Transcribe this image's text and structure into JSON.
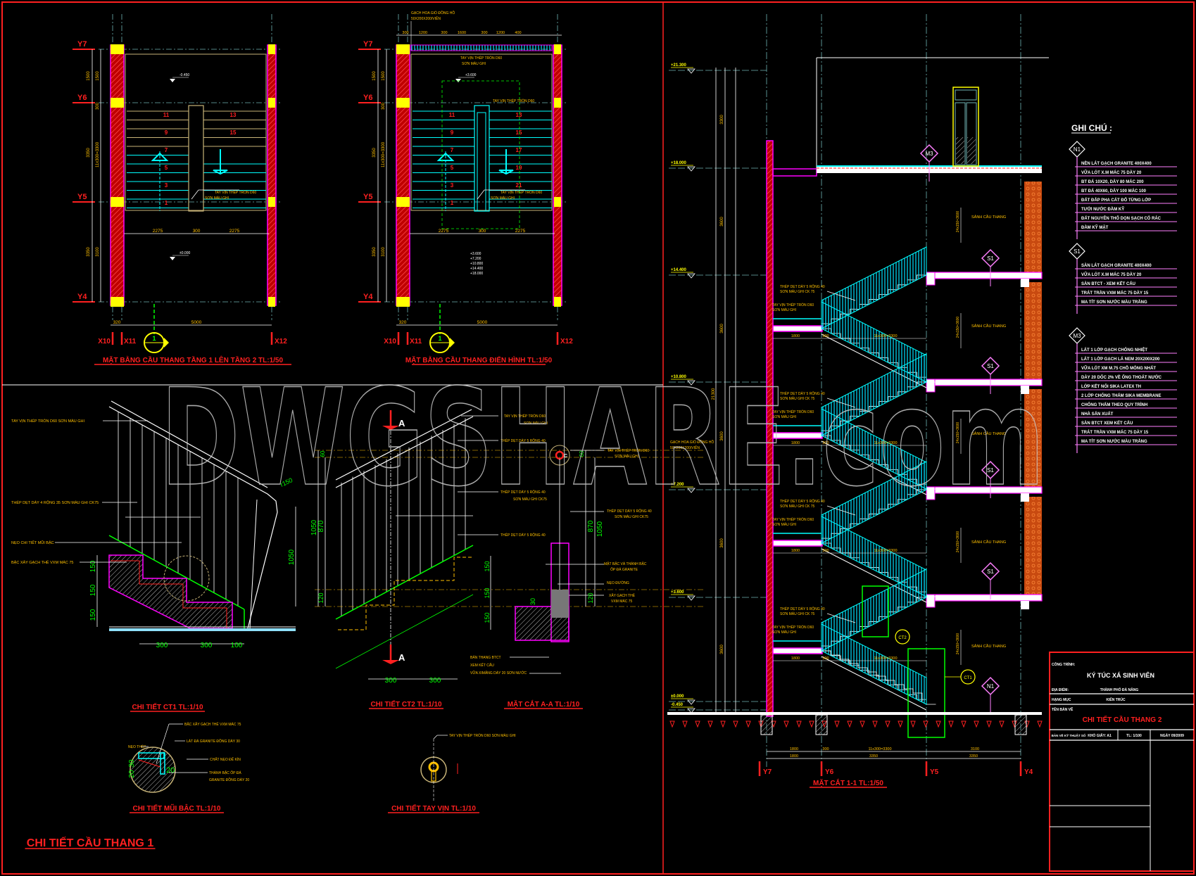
{
  "watermark": "DWGSHARE.com",
  "colors": {
    "frame": "#ff2020",
    "wall": "#ff00ff",
    "column": "#ffff00",
    "stair": "#00ffff",
    "text": "#ffc000",
    "dim": "#00ff00",
    "grid": "#6fb3b3"
  },
  "plans": [
    {
      "title": "MẶT BẰNG CẦU THANG TẦNG 1 LÊN TẦNG 2 TL:1/50",
      "axes_y": [
        "Y7",
        "Y6",
        "Y5",
        "Y4"
      ],
      "axes_x": [
        "X10",
        "X11",
        "X12"
      ],
      "dims_outer": [
        "1500",
        "3350",
        "3350"
      ],
      "dims_inner": [
        "1500",
        "300",
        "11x300=3300",
        "3100"
      ],
      "dims_mid": [
        "2275",
        "300",
        "2275"
      ],
      "dims_bottom": [
        "320",
        "5000"
      ],
      "levels": [
        "-0.450",
        "±0.000"
      ],
      "steps_left": [
        "11",
        "9",
        "7",
        "5",
        "3",
        "1"
      ],
      "steps_right": [
        "13",
        "15"
      ],
      "note": [
        "TAY VỊN THÉP TRÒN D60",
        "SƠN MÀU GHI"
      ],
      "section_mark": "1"
    },
    {
      "title": "MẶT BẰNG CẦU THANG ĐIỂN HÌNH TL:1/50",
      "axes_y": [
        "Y7",
        "Y6",
        "Y5",
        "Y4"
      ],
      "axes_x": [
        "X10",
        "X11",
        "X12"
      ],
      "dims_outer": [
        "1500",
        "3350",
        "3350"
      ],
      "dims_inner": [
        "1500",
        "300",
        "11x300=3300",
        "3100"
      ],
      "dims_mid": [
        "2275",
        "300",
        "2275"
      ],
      "dims_bottom": [
        "320",
        "5000"
      ],
      "dims_top": [
        "300",
        "1200",
        "300",
        "1600",
        "300",
        "1200",
        "400"
      ],
      "top_note": [
        "GẠCH HOA GIÓ ĐỒNG HỒ",
        "50X200X200/VIÊN"
      ],
      "levels": [
        "+3.600",
        "+7.200",
        "+10.800",
        "+14.400",
        "+18.000"
      ],
      "steps_left": [
        "11",
        "9",
        "7",
        "5",
        "3",
        "1"
      ],
      "steps_right": [
        "13",
        "15",
        "17",
        "19",
        "21"
      ],
      "note": [
        "TAY VỊN THÉP TRÒN D60",
        "SƠN MÀU GHI"
      ],
      "note2": [
        "TAY VỊN THÉP TRÒN D60",
        "SƠN MÀU GHI"
      ],
      "section_mark": "1"
    }
  ],
  "ct1": {
    "title": "CHI TIẾT CT1 TL:1/10",
    "labels": [
      "TAY VỊN THÉP TRÒN D60 SƠN MÀU GHI",
      "THÉP DẸT DÀY 4 RỘNG 35 SƠN MÀU GHI CK75",
      "NẸO CHI TIẾT MŨI BẬC",
      "BẬC XÂY GẠCH THẺ VXM MÁC 75"
    ],
    "dims_v": [
      "150",
      "150",
      "150"
    ],
    "dims_h": [
      "300",
      "300",
      "100"
    ],
    "height": "1050",
    "radius": "r150"
  },
  "ct2": {
    "title": "CHI TIẾT CT2 TL:1/10",
    "labels": [
      "TAY VỊN THÉP TRÒN D60",
      "SƠN MÀU GHI",
      "THÉP DẸT DÀY 5 RỘNG 40",
      "THÉP DẸT DÀY 5 RỘNG 40",
      "SƠN MÀU GHI CK75",
      "THÉP DẸT DÀY 5 RỘNG 40"
    ],
    "bottom_labels": [
      "BẢN THANG BTCT",
      "XEM KẾT CẤU",
      "VỮA XIMĂNG DÀY 20 SƠN NƯỚC"
    ],
    "dims_v": [
      "60",
      "1050",
      "870",
      "120"
    ],
    "dims_steps": [
      "150",
      "150",
      "150"
    ],
    "dims_h": [
      "300",
      "300"
    ],
    "cut_mark": "A",
    "detail_mark": "C"
  },
  "section_aa": {
    "title": "MẶT CẮT A-A TL:1/10",
    "labels": [
      "TAY VỊN THÉP TRÒN D60",
      "SƠN MÀU GHI",
      "THÉP DẸT DÀY 5 RỘNG 40",
      "SƠN MÀU GHI CK75",
      "MẶT BẬC VÀ THÀNH BẬC",
      "ỐP ĐÁ GRANITE",
      "NẸO ĐƯỜNG",
      "XÂY GẠCH THẺ",
      "VXM MÁC 75"
    ],
    "dims": [
      "60",
      "870",
      "1050",
      "120",
      "30"
    ]
  },
  "nosing": {
    "title": "CHI TIẾT MŨI BẬC TL:1/10",
    "labels": [
      "BẬC XÂY GẠCH THẺ VXM MÁC 75",
      "LÁT ĐÁ GRANITE ĐỒNG DÀY 30",
      "NẸO THÉP",
      "CHẤT NẸO ĐẾ KÍN",
      "THÀNH BẬC ỐP ĐÁ",
      "GRANITE ĐỒNG DÀY 20"
    ],
    "dims": [
      "20",
      "30",
      "20"
    ]
  },
  "handrail": {
    "title": "CHI TIẾT TAY VỊN TL:1/10",
    "label": "TAY VỊN THÉP TRÒN D60 SƠN MÀU GHI"
  },
  "sheet_title": "CHI TIẾT CẦU THANG 1",
  "section": {
    "title": "MẶT CẮT 1-1 TL:1/50",
    "levels": [
      "+21.300",
      "+18.000",
      "+14.400",
      "+10.800",
      "+7.200",
      "+3.600",
      "±0.000",
      "-0.450"
    ],
    "floor_dims": [
      "3300",
      "3600",
      "3600",
      "3600",
      "3600",
      "3600"
    ],
    "total_height": "21300",
    "lobby_label": "SẢNH CẦU THANG",
    "rail_labels": [
      "THÉP DẸT DÀY 5 RỘNG 40",
      "SƠN MÀU GHI CK 75",
      "TAY VỊN THÉP TRÒN D60",
      "SƠN MÀU GHI"
    ],
    "flight_dim": "11x300=3300",
    "landing_dim": "1800",
    "gap_dim": "300",
    "wall_dim": "24x150=3600",
    "vent_note": [
      "GẠCH HOA GIÓ ĐỒNG HỒ",
      "50X200X200/VIÊN"
    ],
    "bottom_dims_1": [
      "1800",
      "300",
      "11x300=3300",
      "3100"
    ],
    "bottom_dims_2": [
      "1800",
      "3350",
      "3350"
    ],
    "axes": [
      "Y7",
      "Y6",
      "Y5",
      "Y4"
    ],
    "markers": [
      "M3",
      "S1",
      "S1",
      "S1",
      "S1",
      "N1"
    ],
    "details": [
      "CT1",
      "CT2"
    ]
  },
  "notes": {
    "heading": "GHI CHÚ :",
    "groups": [
      {
        "tag": "N1",
        "items": [
          "NỀN LÁT GẠCH GRANITE 400X400",
          "VỮA LÓT X.M MÁC 75 DÀY 20",
          "BT ĐÁ 10X20, DÀY 80 MÁC 200",
          "BT ĐÁ 40X60, DÀY 100 MÁC 100",
          "ĐẤT ĐẮP PHA CÁT ĐỔ TỪNG LỚP",
          "TƯỚI NƯỚC ĐẦM KỸ",
          "ĐẤT NGUYÊN THỔ DỌN SẠCH CỎ RÁC",
          "ĐẦM KỸ MẶT"
        ]
      },
      {
        "tag": "S1",
        "items": [
          "SÀN LÁT GẠCH GRANITE 400X400",
          "VỮA LÓT X.M MÁC 75 DÀY 20",
          "SÀN BTCT - XEM KẾT CẤU",
          "TRÁT TRẦN VXM MÁC 75 DÀY 15",
          "MA TÍT SƠN NƯỚC MÀU TRẮNG"
        ]
      },
      {
        "tag": "M3",
        "items": [
          "LÁT 1 LỚP GẠCH CHỐNG NHIỆT",
          "LÁT 1 LỚP GẠCH LÁ NEM 20X200X200",
          "VỮA LÓT XM M.75 CHỖ MỎNG NHẤT",
          "DÀY 20 DỐC 2% VỀ ỐNG THOÁT NƯỚC",
          "LỚP KẾT NỐI SIKA LATEX TH",
          "2 LỚP CHỐNG THẤM SIKA MEMBRANE",
          "CHỐNG THẤM THEO QUY TRÌNH",
          "NHÀ SẢN XUẤT",
          "SÀN BTCT XEM KẾT CẤU",
          "TRÁT TRẦN VXM MÁC 75 DÀY 15",
          "MA TÍT SƠN NƯỚC MÀU TRẮNG"
        ]
      }
    ]
  },
  "title_block": {
    "project_label": "CÔNG TRÌNH:",
    "project": "KÝ TÚC XÁ SINH VIÊN",
    "location_label": "ĐỊA ĐIỂM:",
    "location": "THÀNH PHỐ ĐÀ NẴNG",
    "category_label": "HẠNG MỤC",
    "category": "KIẾN TRÚC",
    "drawing_label": "TÊN BẢN VẼ",
    "drawing": "CHI TIẾT CẦU THANG 2",
    "drawing_no": "BẢN VẼ KỸ THUẬT SỐ",
    "paper": "KHỔ GIẤY: A1",
    "scale": "TL: 1/100",
    "date": "NGÀY 09/2009"
  }
}
